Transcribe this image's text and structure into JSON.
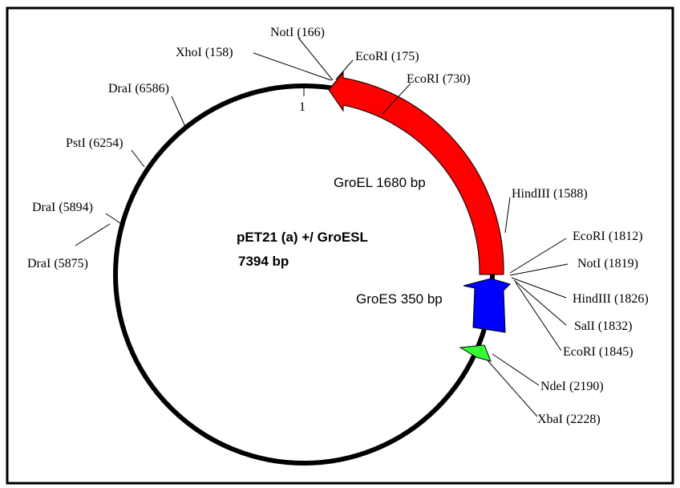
{
  "plasmid": {
    "name": "pET21 (a) +/ GroESL",
    "size": "7394 bp",
    "origin_label": "1",
    "backbone_color": "#000000",
    "frame_color": "#000000"
  },
  "features": [
    {
      "id": "groel",
      "label": "GroEL 1680 bp",
      "color": "#ff0000"
    },
    {
      "id": "groes",
      "label": "GroES 350 bp",
      "color": "#0000ff"
    },
    {
      "id": "small",
      "label": "",
      "color": "#33ff33"
    }
  ],
  "sites": [
    {
      "id": "noti-166",
      "label": "NotI (166)"
    },
    {
      "id": "xhoi-158",
      "label": "XhoI (158)"
    },
    {
      "id": "ecori-175",
      "label": "EcoRI (175)"
    },
    {
      "id": "ecori-730",
      "label": "EcoRI (730)"
    },
    {
      "id": "drai-6586",
      "label": "DraI (6586)"
    },
    {
      "id": "psti-6254",
      "label": "PstI (6254)"
    },
    {
      "id": "drai-5894",
      "label": "DraI (5894)"
    },
    {
      "id": "drai-5875",
      "label": "DraI (5875)"
    },
    {
      "id": "hindiii-1588",
      "label": "HindIII (1588)"
    },
    {
      "id": "ecori-1812",
      "label": "EcoRI (1812)"
    },
    {
      "id": "noti-1819",
      "label": "NotI (1819)"
    },
    {
      "id": "hindiii-1826",
      "label": "HindIII (1826)"
    },
    {
      "id": "sali-1832",
      "label": "SalI (1832)"
    },
    {
      "id": "ecori-1845",
      "label": "EcoRI (1845)"
    },
    {
      "id": "ndei-2190",
      "label": "NdeI (2190)"
    },
    {
      "id": "xbai-2228",
      "label": "XbaI (2228)"
    }
  ]
}
